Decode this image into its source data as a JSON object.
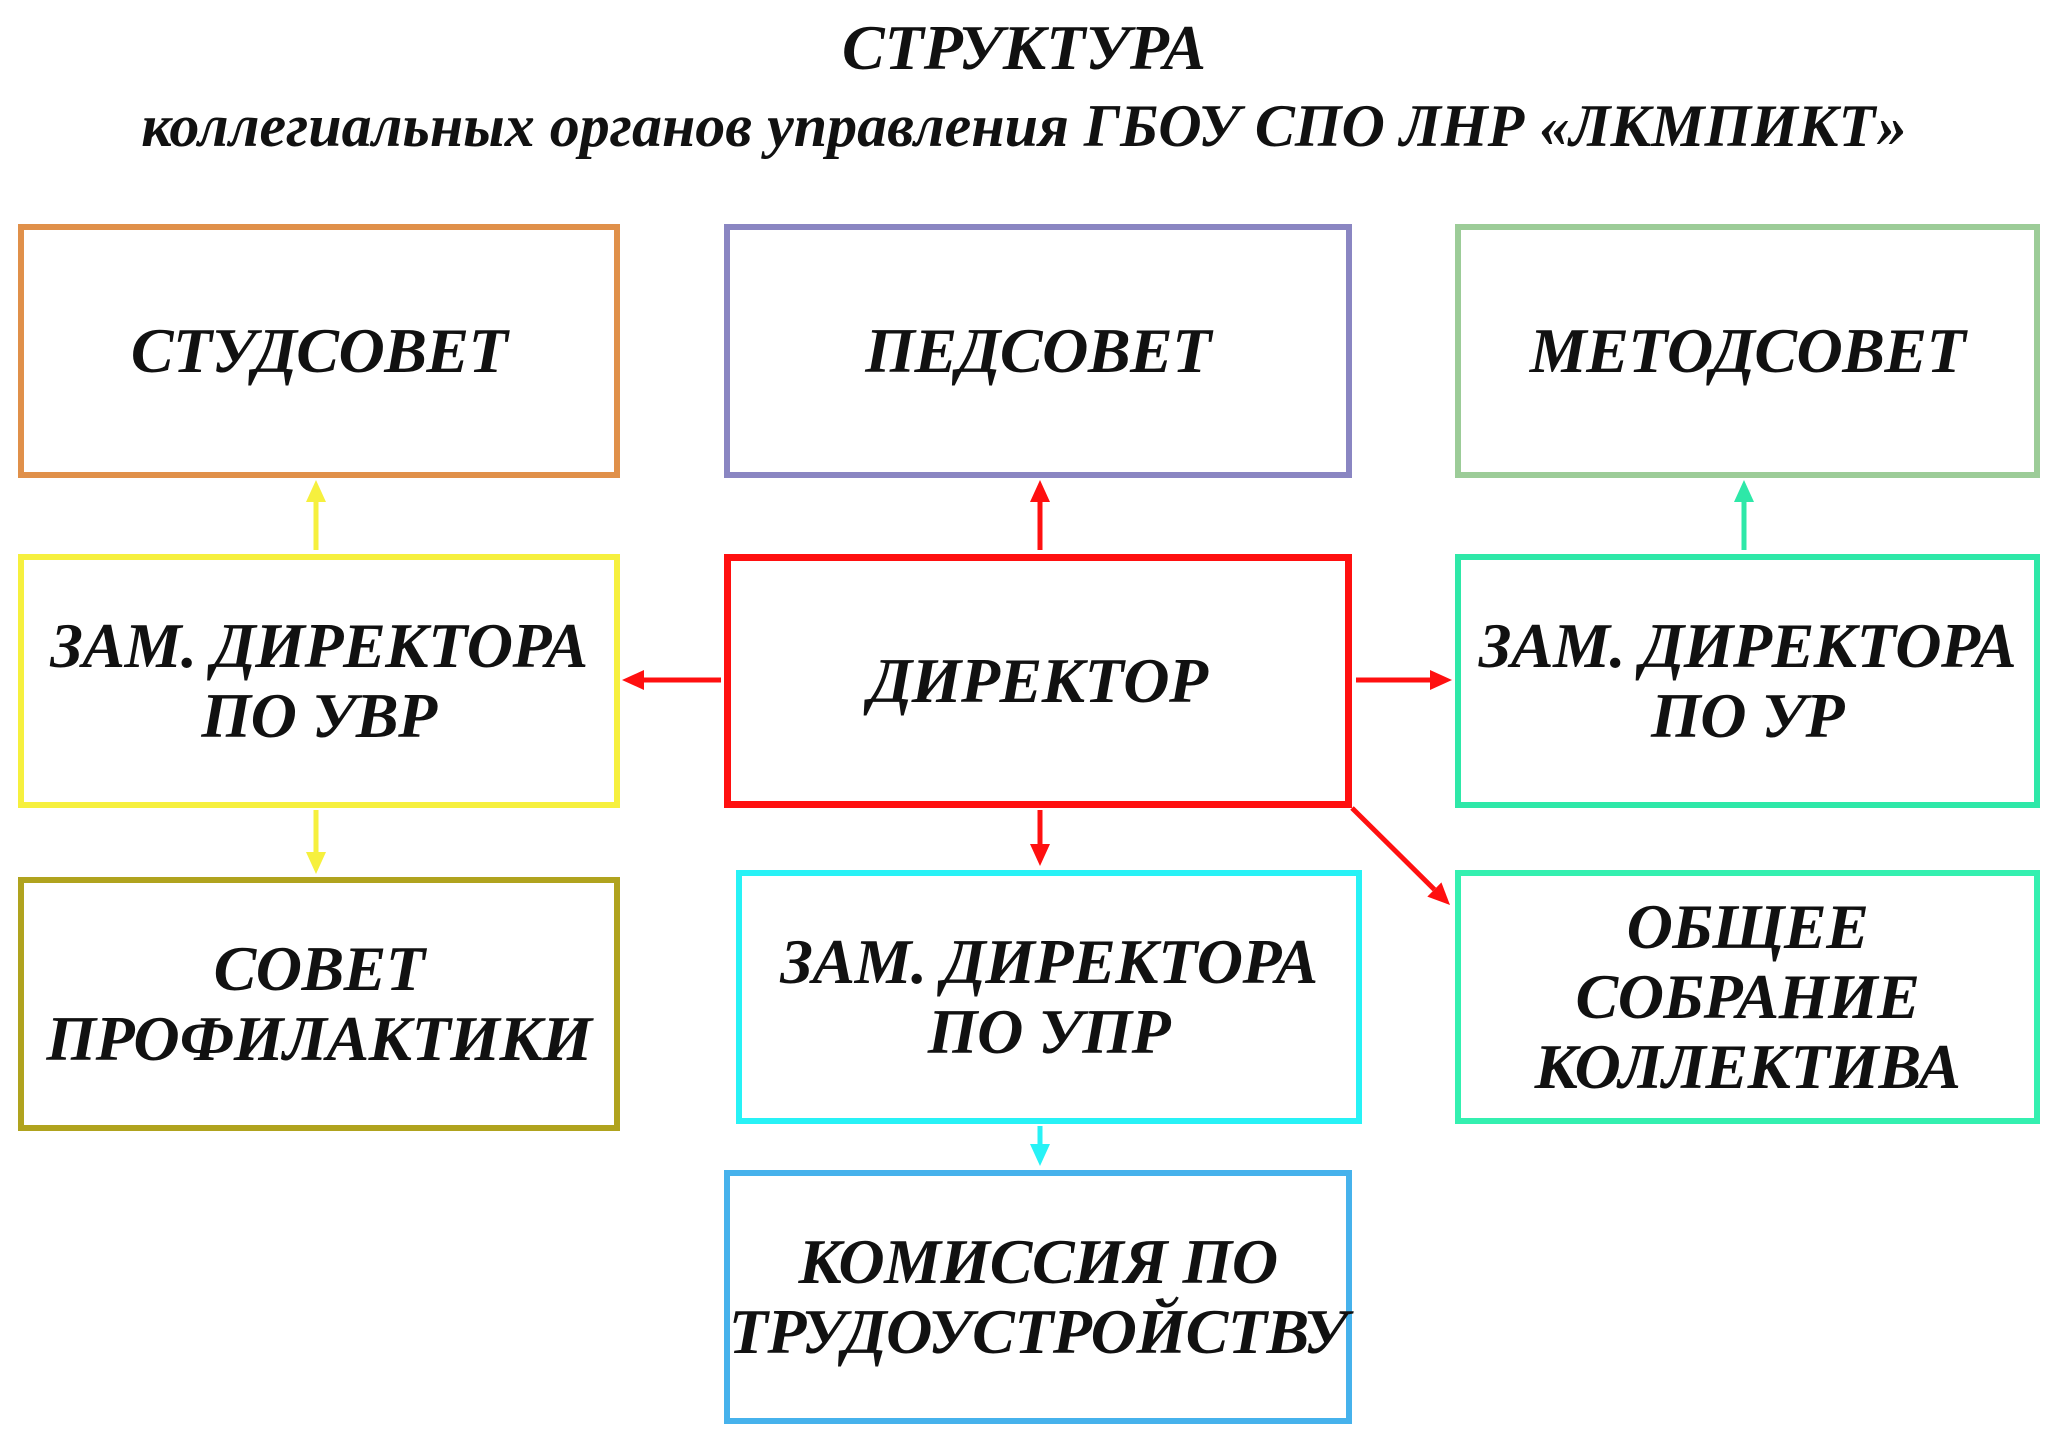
{
  "title": {
    "line1": "СТРУКТУРА",
    "line2": "коллегиальных органов управления ГБОУ СПО ЛНР «ЛКМПИКТ»"
  },
  "nodes": {
    "studsovet": {
      "label": "СТУДСОВЕТ",
      "color": "#e0904a"
    },
    "pedsovet": {
      "label": "ПЕДСОВЕТ",
      "color": "#8a86c2"
    },
    "metodsovet": {
      "label": "МЕТОДСОВЕТ",
      "color": "#9ccc98"
    },
    "zam_uvr": {
      "label": "ЗАМ. ДИРЕКТОРА\nПО УВР",
      "color": "#f6f03e"
    },
    "director": {
      "label": "ДИРЕКТОР",
      "color": "#ff1010"
    },
    "zam_ur": {
      "label": "ЗАМ. ДИРЕКТОРА\nПО УР",
      "color": "#2ee8a8"
    },
    "sovet_prof": {
      "label": "СОВЕТ\nПРОФИЛАКТИКИ",
      "color": "#b0a31e"
    },
    "zam_upr": {
      "label": "ЗАМ. ДИРЕКТОРА\nПО УПР",
      "color": "#28f2f6"
    },
    "obshchee": {
      "label": "ОБЩЕЕ\nСОБРАНИЕ\nКОЛЛЕКТИВА",
      "color": "#34f0b0"
    },
    "komissiya": {
      "label": "КОМИССИЯ ПО\nТРУДОУСТРОЙСТВУ",
      "color": "#46b2ec"
    }
  },
  "edges": [
    {
      "from": "zam_uvr",
      "to": "studsovet",
      "color": "#f6f03e"
    },
    {
      "from": "zam_uvr",
      "to": "sovet_prof",
      "color": "#f6f03e"
    },
    {
      "from": "director",
      "to": "pedsovet",
      "color": "#ff1010"
    },
    {
      "from": "director",
      "to": "zam_uvr",
      "color": "#ff1010"
    },
    {
      "from": "director",
      "to": "zam_ur",
      "color": "#ff1010"
    },
    {
      "from": "director",
      "to": "zam_upr",
      "color": "#ff1010"
    },
    {
      "from": "director",
      "to": "obshchee",
      "color": "#ff1010"
    },
    {
      "from": "zam_ur",
      "to": "metodsovet",
      "color": "#2ee8a8"
    },
    {
      "from": "zam_upr",
      "to": "komissiya",
      "color": "#28f2f6"
    }
  ]
}
